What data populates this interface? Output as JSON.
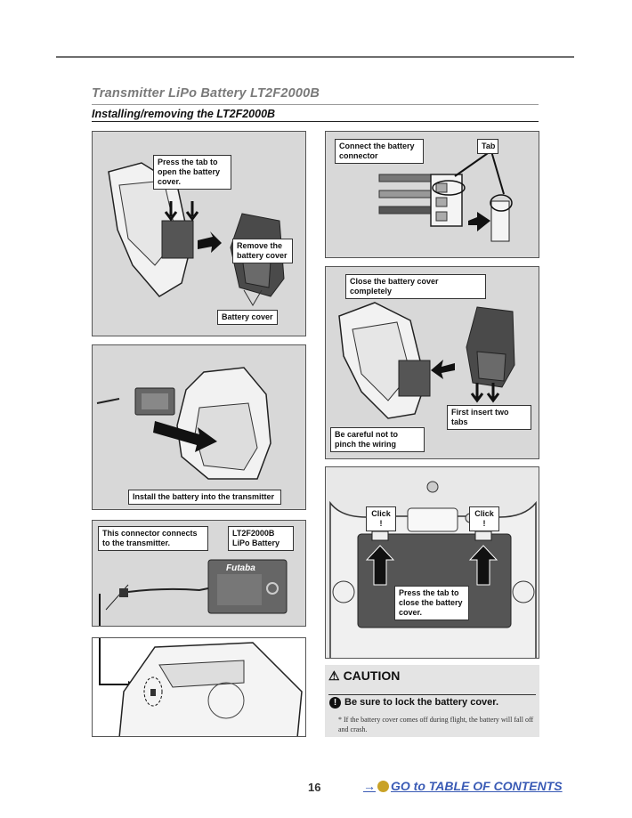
{
  "header": {
    "section_title": "Transmitter LiPo Battery LT2F2000B",
    "subsection_title": "Installing/removing the LT2F2000B"
  },
  "panels": {
    "remove_cover": {
      "press_tab": "Press the tab to open the battery cover.",
      "remove_cover": "Remove the battery cover",
      "battery_cover": "Battery cover"
    },
    "connect": {
      "connect_connector": "Connect the battery connector",
      "tab": "Tab"
    },
    "close_cover": {
      "close_completely": "Close the battery cover completely",
      "first_insert": "First insert two tabs",
      "careful": "Be careful not to pinch the wiring"
    },
    "install": {
      "install_battery": "Install the battery into the transmitter"
    },
    "lock": {
      "click_left": "Click !",
      "click_right": "Click !",
      "press_tab_close": "Press the tab to close the battery cover."
    },
    "connector": {
      "connector_note": "This connector connects to the transmitter.",
      "battery_model": "LT2F2000B LiPo Battery",
      "brand": "Futaba"
    }
  },
  "caution": {
    "title": "CAUTION",
    "item": "Be sure to lock the battery cover.",
    "note": "* If the battery cover comes off during flight, the battery will fall off and crash."
  },
  "footer": {
    "page_number": "16",
    "toc_arrow": "→",
    "toc_link": "GO to TABLE OF CONTENTS"
  }
}
